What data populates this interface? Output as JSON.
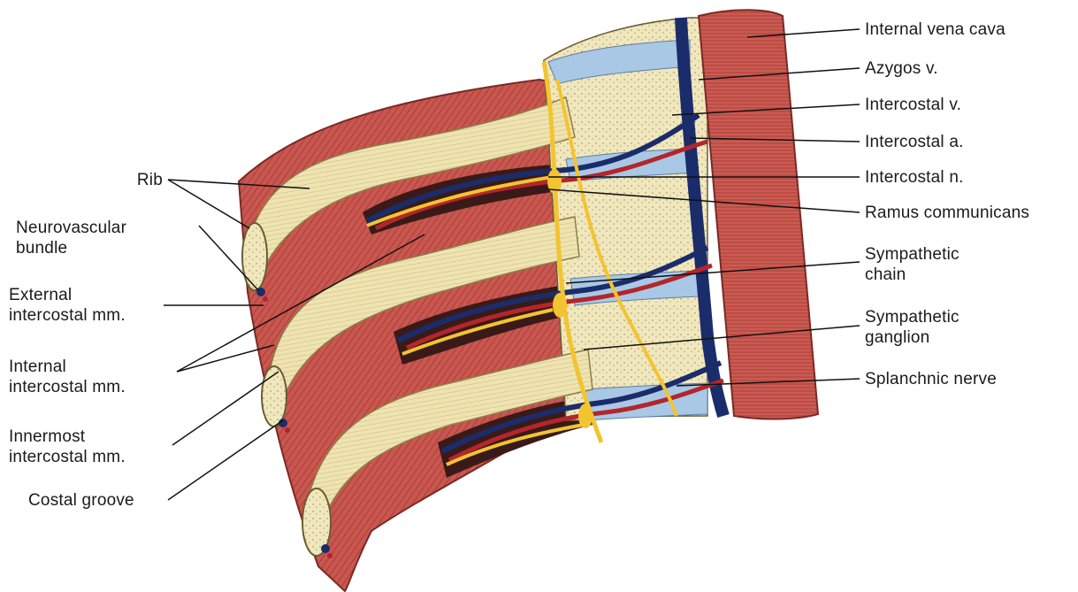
{
  "labels": {
    "left": {
      "rib": "Rib",
      "neurovascular_bundle": [
        "Neurovascular",
        "bundle"
      ],
      "external_intercostal": [
        "External",
        "intercostal mm."
      ],
      "internal_intercostal": [
        "Internal",
        "intercostal mm."
      ],
      "innermost_intercostal": [
        "Innermost",
        "intercostal mm."
      ],
      "costal_groove": "Costal groove"
    },
    "right": {
      "internal_vena_cava": "Internal vena cava",
      "azygos_v": "Azygos v.",
      "intercostal_v": "Intercostal v.",
      "intercostal_a": "Intercostal a.",
      "intercostal_n": "Intercostal n.",
      "ramus_communicans": "Ramus communicans",
      "sympathetic_chain": [
        "Sympathetic",
        "chain"
      ],
      "sympathetic_ganglion": [
        "Sympathetic",
        "ganglion"
      ],
      "splanchnic_nerve": "Splanchnic nerve"
    }
  },
  "colors": {
    "muscle": "#c9574f",
    "muscle_dark": "#9e3a35",
    "bone": "#efe4b0",
    "bone_edge": "#8c7d4a",
    "nerve": "#f2c431",
    "vein": "#1b2c6b",
    "artery": "#b3262b",
    "vertebra_blue": "#a9c8e6",
    "vena_cava": "#cd5a52"
  }
}
